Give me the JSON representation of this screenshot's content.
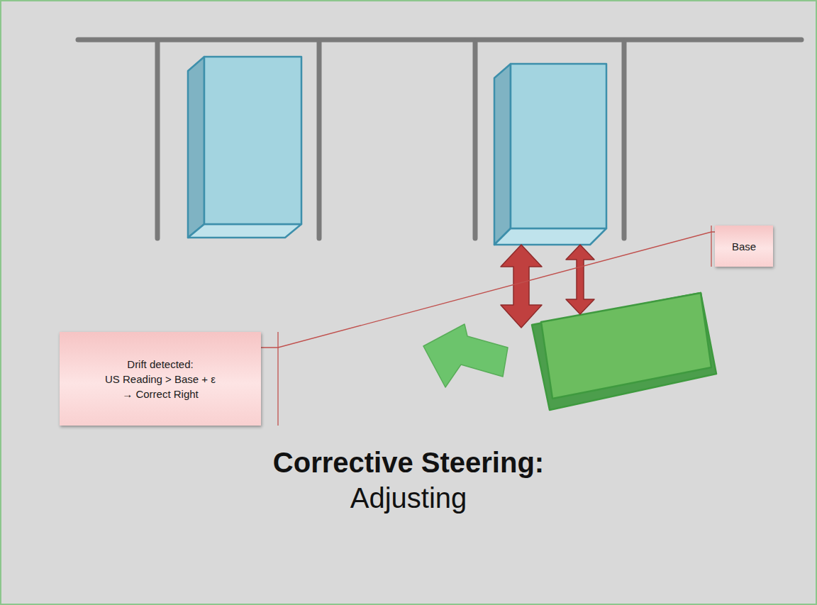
{
  "diagram": {
    "title": "Corrective Steering:",
    "nodes": [
      {
        "text": [
          "Base"
        ]
      },
      {
        "text": [
          "Drift detected:",
          "US Reading > Base + ε",
          "→ Correct Right"
        ]
      }
    ],
    "edges": [
      {
        "from": 1,
        "to": 0,
        "arrow": "none"
      }
    ],
    "labels": [
      "Adjusting"
    ]
  }
}
